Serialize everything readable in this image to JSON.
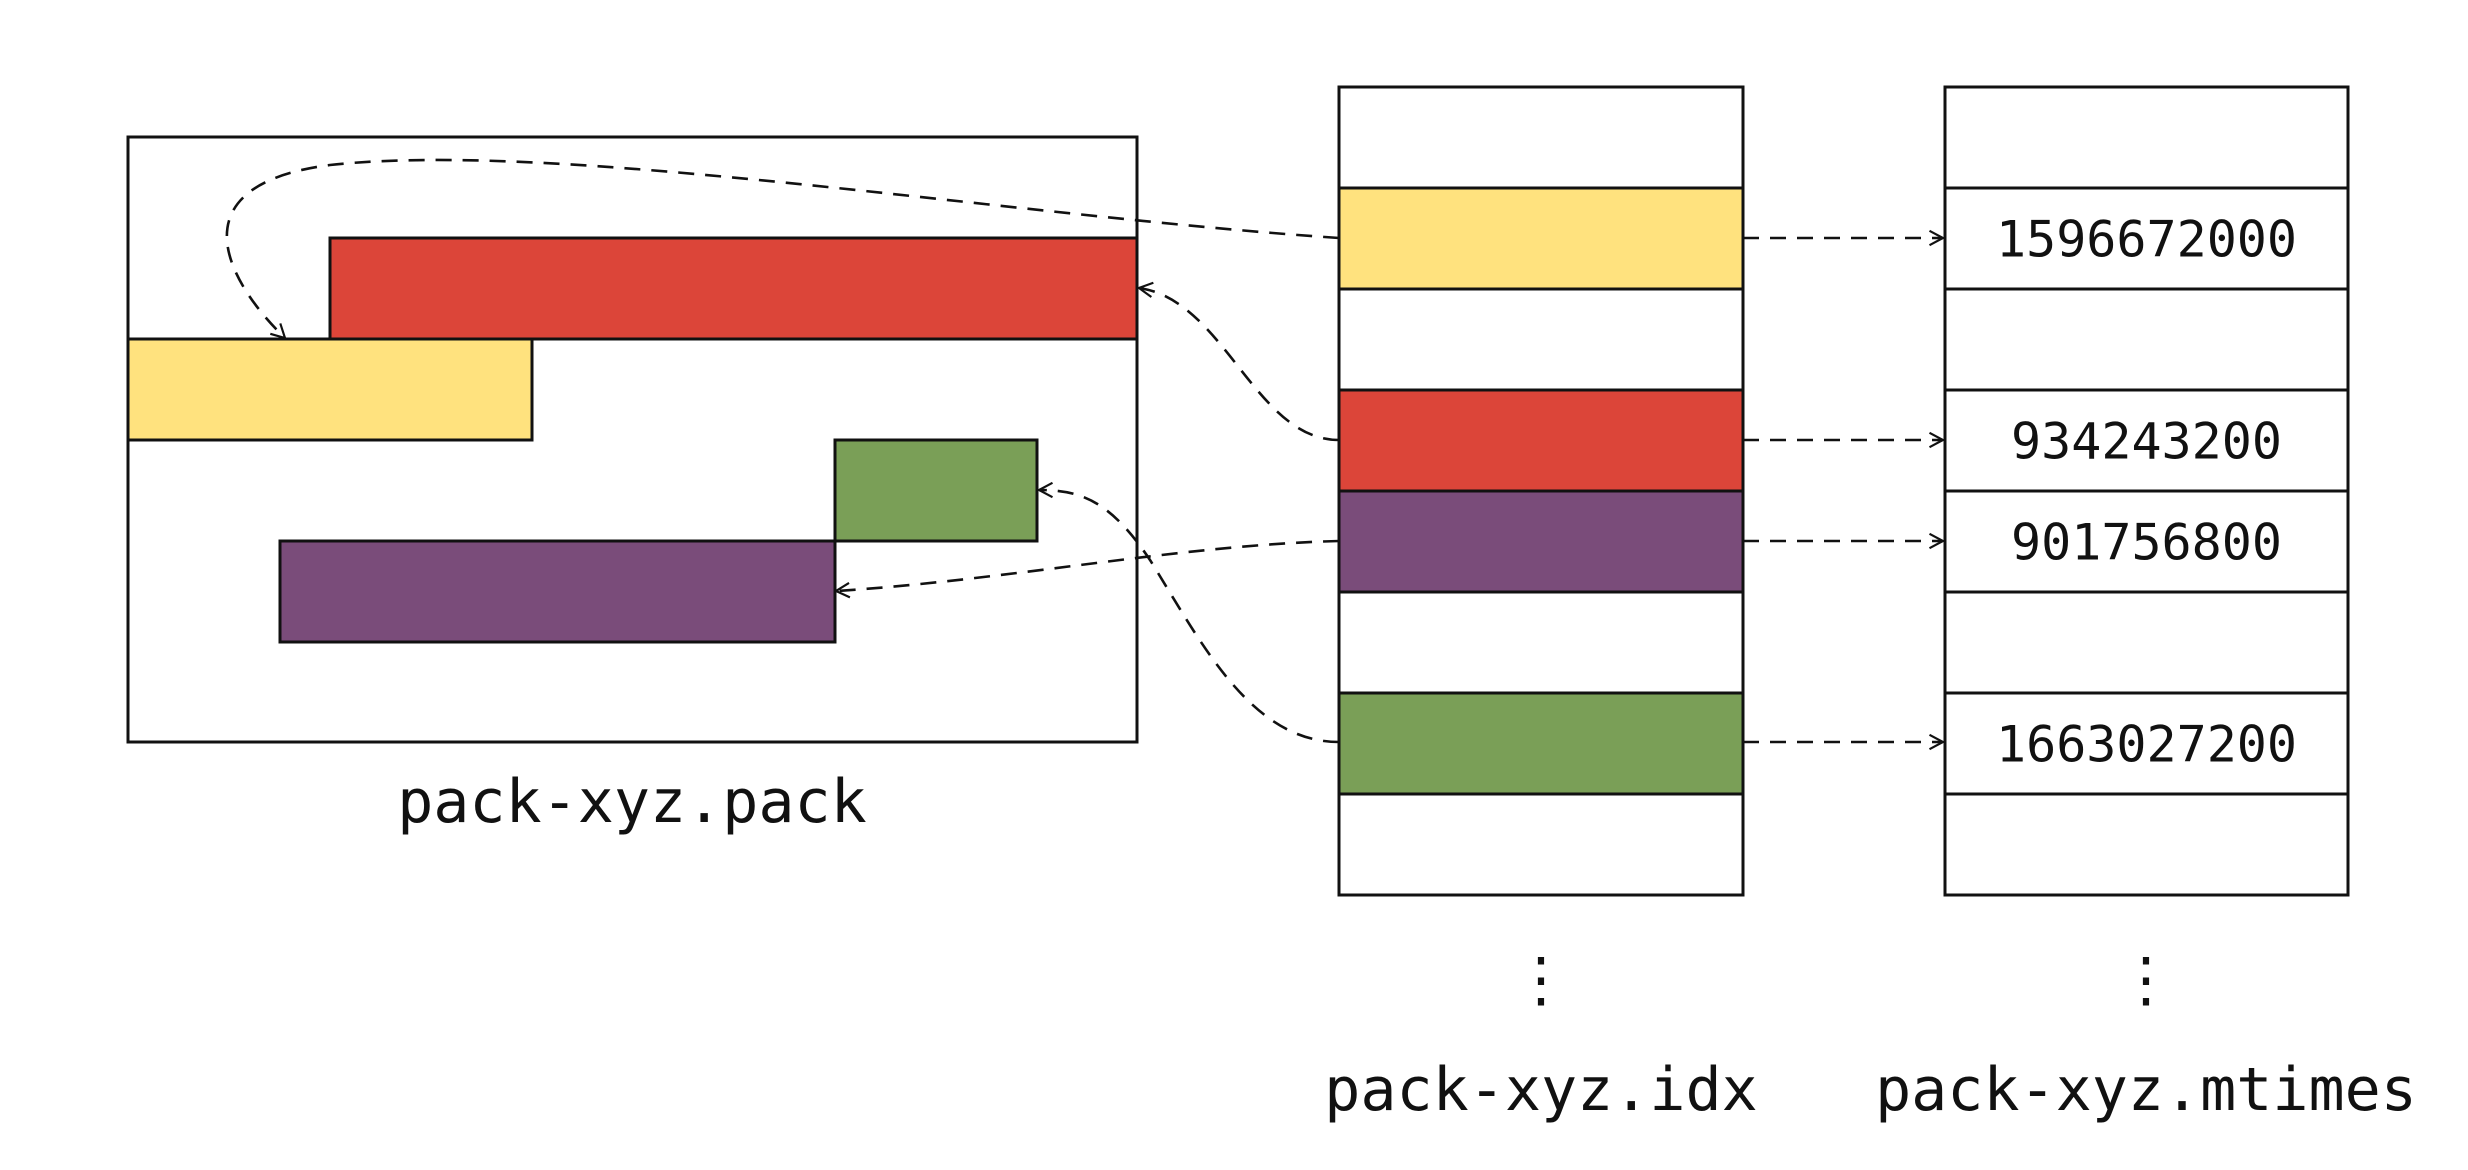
{
  "colors": {
    "yellow": "#FFE27E",
    "red": "#DC4539",
    "green": "#7A9F57",
    "purple": "#7A4C7A",
    "outline": "#111111"
  },
  "pack": {
    "caption": "pack-xyz.pack",
    "objects": [
      {
        "id": "red",
        "color": "red"
      },
      {
        "id": "yellow",
        "color": "yellow"
      },
      {
        "id": "green",
        "color": "green"
      },
      {
        "id": "purple",
        "color": "purple"
      }
    ]
  },
  "idx": {
    "caption": "pack-xyz.idx",
    "continuation": "⋮",
    "rows": [
      "",
      "yellow",
      "",
      "red",
      "purple",
      "",
      "green",
      ""
    ]
  },
  "mtimes": {
    "caption": "pack-xyz.mtimes",
    "continuation": "⋮",
    "rows": [
      "",
      "1596672000",
      "",
      "934243200",
      "901756800",
      "",
      "1663027200",
      ""
    ]
  }
}
